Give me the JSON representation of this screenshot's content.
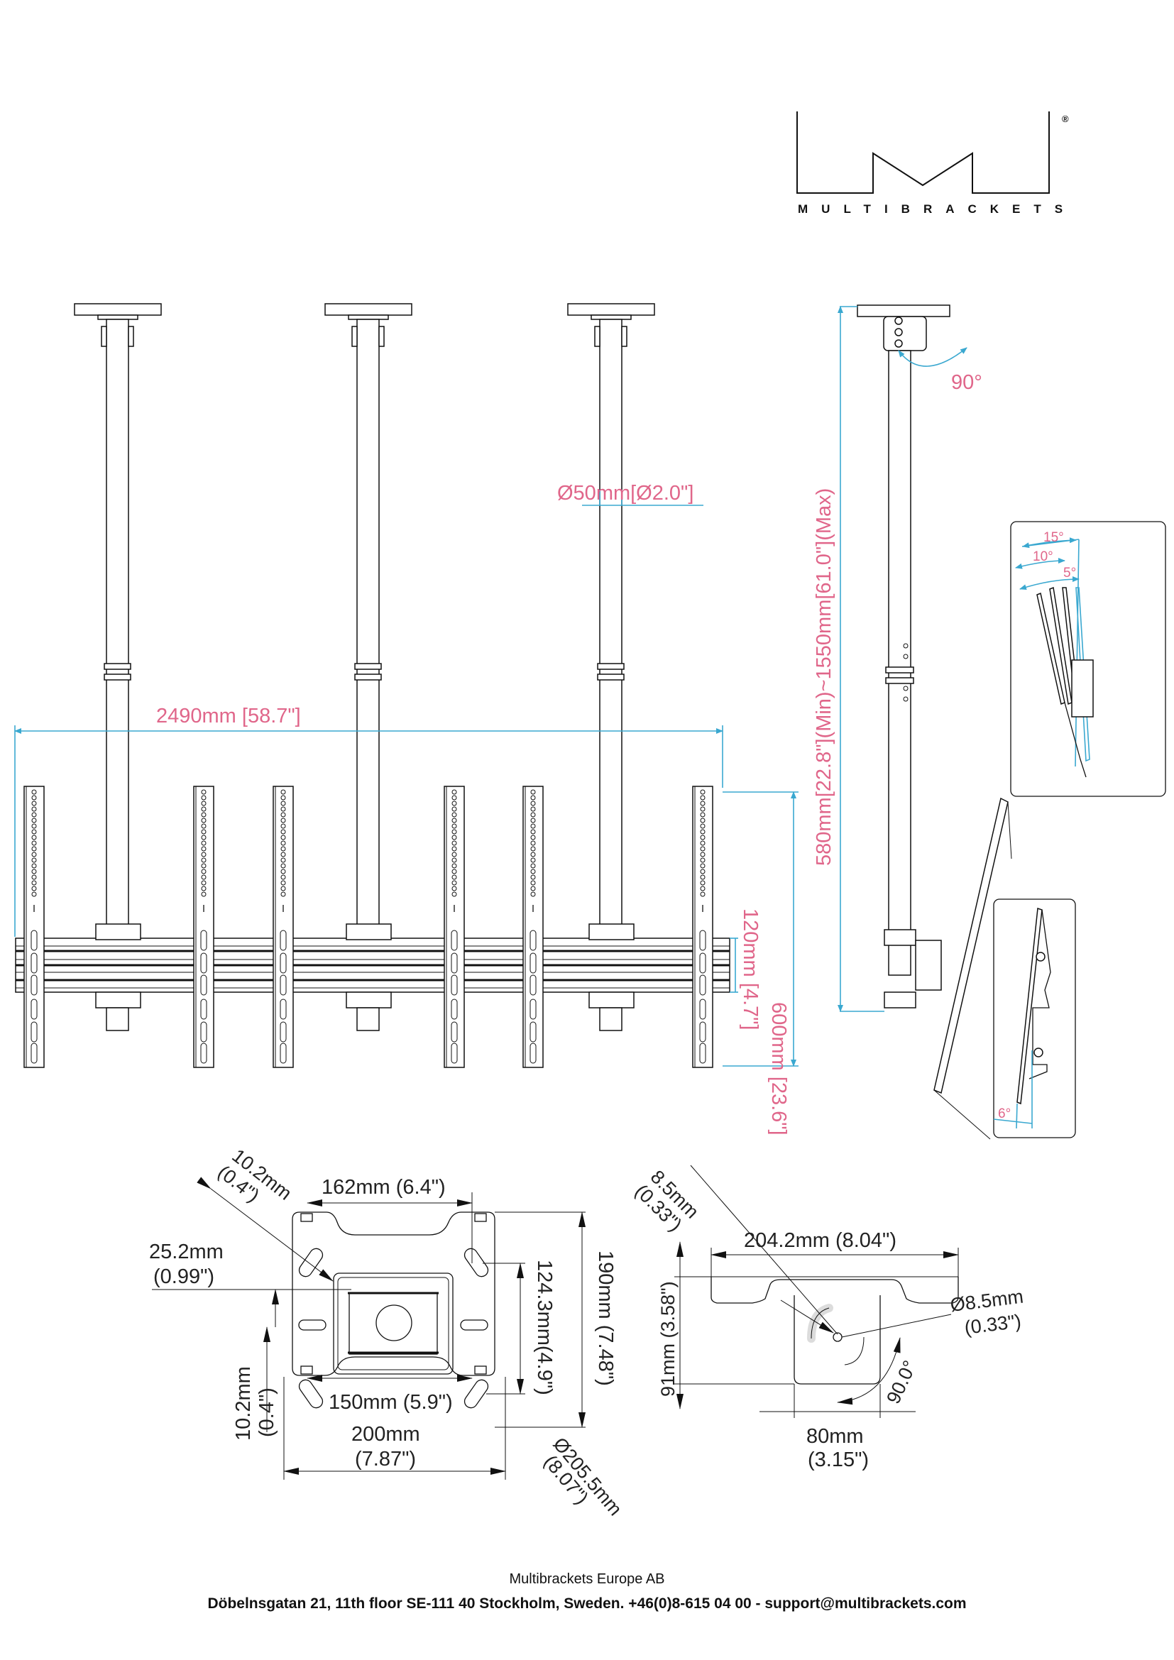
{
  "logo": {
    "brand": "MULTIBRACKETS",
    "registered_mark": "®"
  },
  "front_view": {
    "total_width": "2490mm [58.7\"]",
    "pole_diameter": "Ø50mm[Ø2.0\"]",
    "bracket_height": "600mm [23.6\"]",
    "rail_height": "120mm [4.7\"]",
    "pole_count": 3,
    "vertical_bracket_count": 6
  },
  "side_view": {
    "pole_length": "580mm[22.8\"](Min)~1550mm[61.0\"](Max)",
    "rotation": "90°"
  },
  "tilt_detail": {
    "angles": [
      "15°",
      "10°",
      "5°"
    ],
    "bottom_tilt": "6°"
  },
  "ceiling_plate": {
    "slot_width": "10.2mm",
    "slot_width_in": "(0.4\")",
    "top_distance": "162mm (6.4\")",
    "side_offset": "25.2mm",
    "side_offset_in": "(0.99\")",
    "vertical_distance": "124.3mm(4.9\")",
    "height": "190mm (7.48\")",
    "hole_distance": "150mm (5.9\")",
    "left_slot": "10.2mm",
    "left_slot_in": "(0.4\")",
    "width": "200mm",
    "width_in": "(7.87\")",
    "circle_diameter": "Ø205.5mm",
    "circle_diameter_in": "(8.07\")"
  },
  "pole_plate": {
    "slot": "8.5mm",
    "slot_in": "(0.33\")",
    "width": "204.2mm (8.04\")",
    "hole_diameter": "Ø8.5mm",
    "hole_diameter_in": "(0.33\")",
    "height": "91mm (3.58\")",
    "rotation": "90.0°",
    "base_width": "80mm",
    "base_width_in": "(3.15\")"
  },
  "footer": {
    "company": "Multibrackets Europe AB",
    "address": "Döbelnsgatan 21, 11th floor SE-111 40 Stockholm, Sweden. +46(0)8-615 04 00 - support@multibrackets.com"
  }
}
